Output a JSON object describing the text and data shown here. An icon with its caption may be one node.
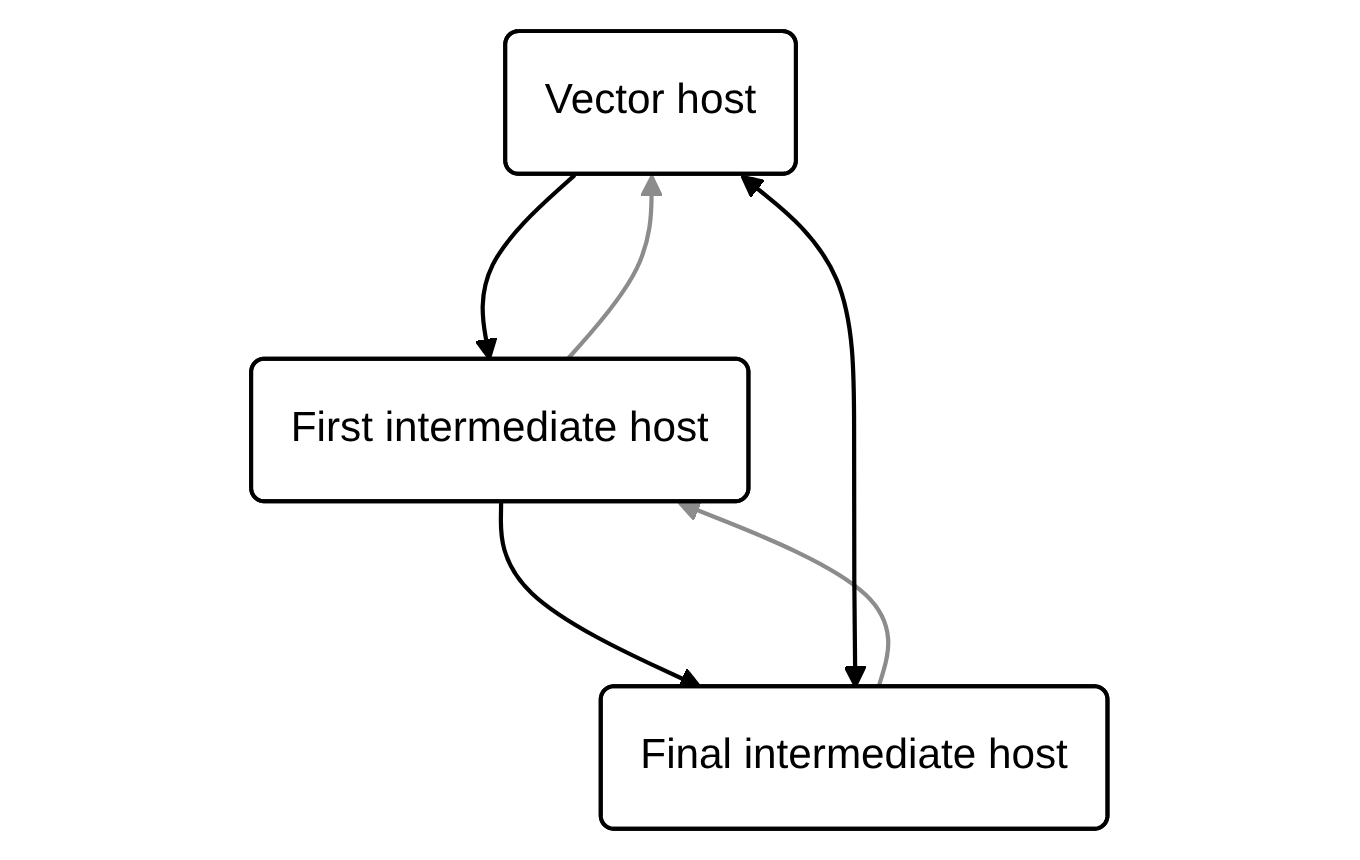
{
  "diagram": {
    "nodes": [
      {
        "text": [
          "Vector host"
        ]
      },
      {
        "text": [
          "First intermediate host"
        ]
      },
      {
        "text": [
          "Final intermediate host"
        ]
      }
    ],
    "edges": [
      {
        "from": 0,
        "to": 1,
        "arrow": "to"
      },
      {
        "from": 1,
        "to": 0,
        "arrow": "to",
        "color": "#8c8c8c"
      },
      {
        "from": 1,
        "to": 2,
        "arrow": "to"
      },
      {
        "from": 2,
        "to": 1,
        "arrow": "to",
        "color": "#8c8c8c"
      },
      {
        "from": 0,
        "to": 2,
        "arrow": "both"
      }
    ]
  }
}
